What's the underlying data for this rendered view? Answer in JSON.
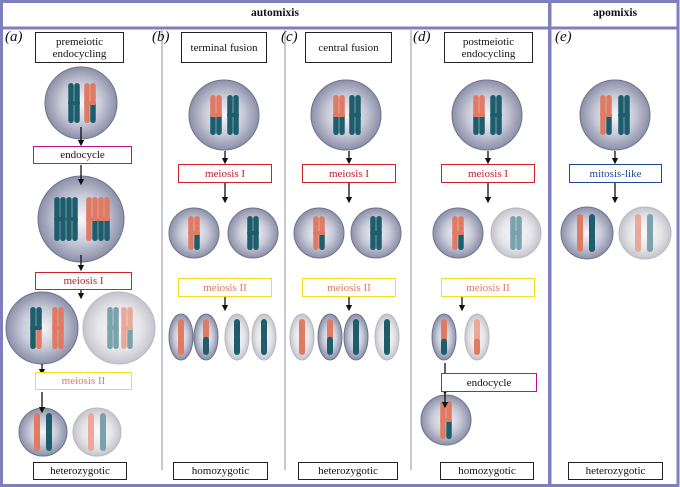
{
  "headers": {
    "automixis": "automixis",
    "apomixis": "apomixis"
  },
  "panels": [
    {
      "label": "(a)",
      "title": "premeiotic endocycling",
      "steps": [
        "endocycle",
        "meiosis I",
        "meiosis II"
      ],
      "result": "heterozygotic"
    },
    {
      "label": "(b)",
      "title": "terminal fusion",
      "steps": [
        "meiosis I",
        "meiosis II"
      ],
      "result": "homozygotic"
    },
    {
      "label": "(c)",
      "title": "central fusion",
      "steps": [
        "meiosis I",
        "meiosis II"
      ],
      "result": "heterozygotic"
    },
    {
      "label": "(d)",
      "title": "postmeiotic endocycling",
      "steps": [
        "meiosis I",
        "meiosis II",
        "endocycle"
      ],
      "result": "homozygotic"
    },
    {
      "label": "(e)",
      "title": "",
      "steps": [
        "mitosis-like"
      ],
      "result": "heterozygotic"
    }
  ],
  "colors": {
    "frame": "#7f7fc0",
    "teal": "#1e5d6c",
    "salmon": "#e07a62",
    "cell": "#9fa3b9",
    "endocycle": "#c0108a",
    "meiosisI": "#d0202a",
    "meiosisII": "#f0e020",
    "mitosis": "#20489a"
  }
}
